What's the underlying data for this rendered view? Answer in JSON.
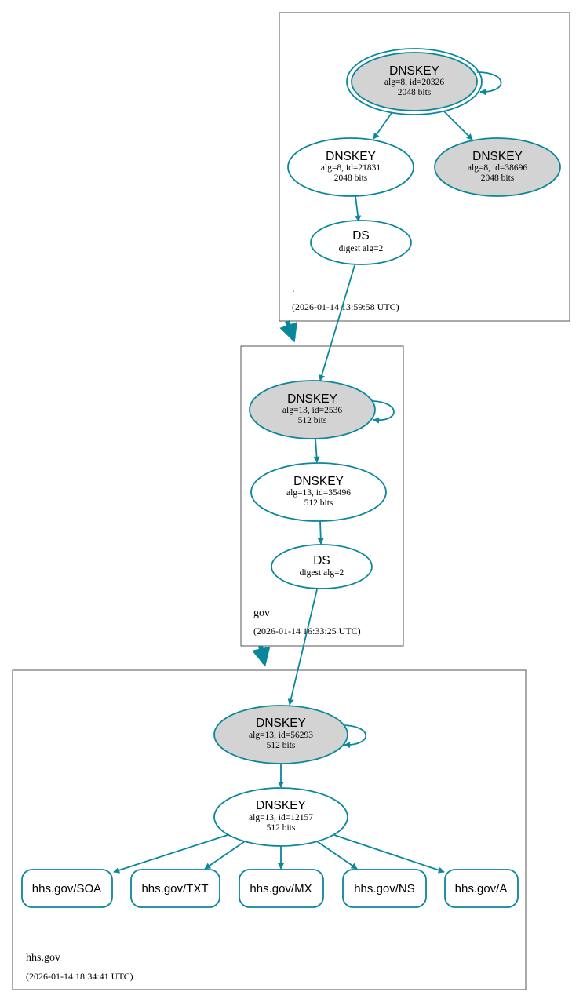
{
  "colors": {
    "edge": "#0a879a",
    "fill_ksk": "#d3d3d3",
    "fill_plain": "#ffffff",
    "box": "#555555"
  },
  "zones": {
    "root": {
      "name": ".",
      "time": "(2026-01-14 13:59:58 UTC)"
    },
    "gov": {
      "name": "gov",
      "time": "(2026-01-14 16:33:25 UTC)"
    },
    "hhs": {
      "name": "hhs.gov",
      "time": "(2026-01-14 18:34:41 UTC)"
    }
  },
  "nodes": {
    "root_ksk": {
      "title": "DNSKEY",
      "line1": "alg=8, id=20326",
      "line2": "2048 bits"
    },
    "root_zsk": {
      "title": "DNSKEY",
      "line1": "alg=8, id=21831",
      "line2": "2048 bits"
    },
    "root_ksk2": {
      "title": "DNSKEY",
      "line1": "alg=8, id=38696",
      "line2": "2048 bits"
    },
    "root_ds": {
      "title": "DS",
      "line1": "digest alg=2"
    },
    "gov_ksk": {
      "title": "DNSKEY",
      "line1": "alg=13, id=2536",
      "line2": "512 bits"
    },
    "gov_zsk": {
      "title": "DNSKEY",
      "line1": "alg=13, id=35496",
      "line2": "512 bits"
    },
    "gov_ds": {
      "title": "DS",
      "line1": "digest alg=2"
    },
    "hhs_ksk": {
      "title": "DNSKEY",
      "line1": "alg=13, id=56293",
      "line2": "512 bits"
    },
    "hhs_zsk": {
      "title": "DNSKEY",
      "line1": "alg=13, id=12157",
      "line2": "512 bits"
    }
  },
  "rrsets": [
    "hhs.gov/SOA",
    "hhs.gov/TXT",
    "hhs.gov/MX",
    "hhs.gov/NS",
    "hhs.gov/A"
  ]
}
